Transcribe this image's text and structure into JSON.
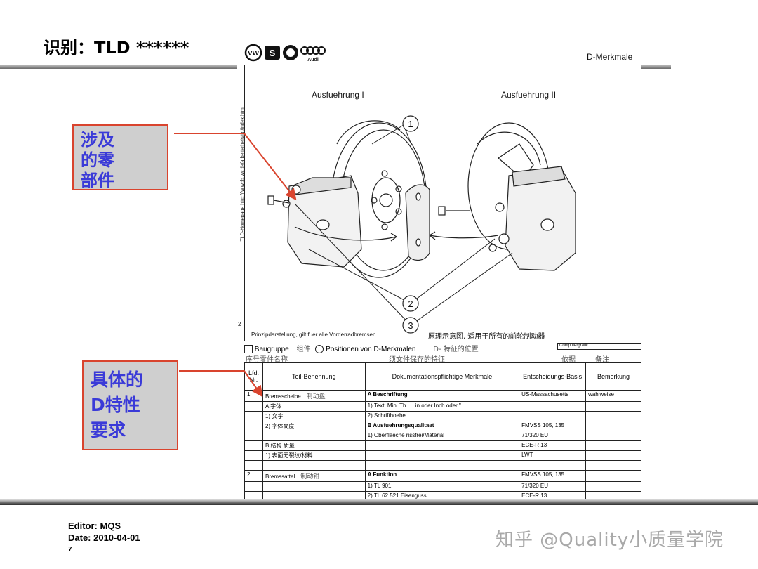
{
  "slide": {
    "title": "识别：TLD ******",
    "footer": {
      "editor": "Editor: MQS",
      "date": "Date: 2010-04-01",
      "page": "7"
    },
    "watermark": "知乎 @Quality小质量学院"
  },
  "callouts": [
    {
      "text": "涉及\n的零\n部件"
    },
    {
      "text": "具体的\nD特性\n要求"
    }
  ],
  "document": {
    "header_right": "D-Merkmale",
    "brands": [
      "VW",
      "SEAT",
      "ŠKODA",
      "Audi"
    ],
    "variant1": "Ausfuehrung I",
    "variant2": "Ausfuehrung II",
    "side_url": "TLD-Homepage http://lw.wob.vw.de/arbeiterbeis/tld/index.html",
    "side_num": "2",
    "numbers": [
      "1",
      "2",
      "3"
    ],
    "caption_de": "Prinzipdarstellung, gilt fuer alle Vorderradbremsen",
    "caption_cn": "原理示意图, 适用于所有的前轮制动器",
    "credit": "Computergrafik",
    "legend": {
      "baugruppe": "Baugruppe",
      "baugruppe_cn": "组件",
      "positionen": "Positionen von D-Merkmalen",
      "positionen_cn": "D- 特征的位置"
    },
    "cn_header": [
      "序号",
      "零件名称",
      "须文件保存的特征",
      "依据",
      "备注"
    ],
    "table_header": [
      "Lfd. Nr.",
      "Teil-Benennung",
      "Dokumentationspflichtige Merkmale",
      "Entscheidungs-Basis",
      "Bemerkung"
    ],
    "rows": [
      {
        "nr": "1",
        "teil": "Bremsscheibe",
        "teil_cn": "制动盘",
        "merkmal": "A   Beschriftung",
        "basis": "US-Massachusetts",
        "bem": "wahlweise"
      },
      {
        "nr": "",
        "teil": "A 字体",
        "teil_cn": "",
        "merkmal": "1) Text: Min. Th. ... in oder Inch oder \"",
        "basis": "",
        "bem": ""
      },
      {
        "nr": "",
        "teil": "1) 文字;",
        "teil_cn": "",
        "merkmal": "2) Schrifthoehe",
        "basis": "",
        "bem": ""
      },
      {
        "nr": "",
        "teil": "2) 字体高度",
        "teil_cn": "",
        "merkmal": "B   Ausfuehrungsqualitaet",
        "basis": "FMVSS 105, 135",
        "bem": ""
      },
      {
        "nr": "",
        "teil": "",
        "teil_cn": "",
        "merkmal": "1) Oberflaeche rissfrei/Material",
        "basis": "71/320 EU",
        "bem": ""
      },
      {
        "nr": "",
        "teil": "B 结构 质量",
        "teil_cn": "",
        "merkmal": "",
        "basis": "ECE-R 13",
        "bem": ""
      },
      {
        "nr": "",
        "teil": "1) 表面无裂纹/材料",
        "teil_cn": "",
        "merkmal": "",
        "basis": "LWT",
        "bem": ""
      },
      {
        "nr": "",
        "teil": "",
        "teil_cn": "",
        "merkmal": "",
        "basis": "",
        "bem": ""
      },
      {
        "nr": "2",
        "teil": "Bremssattel",
        "teil_cn": "制动钳",
        "merkmal": "A   Funktion",
        "basis": "FMVSS 105, 135",
        "bem": ""
      },
      {
        "nr": "",
        "teil": "",
        "teil_cn": "",
        "merkmal": "1) TL 901",
        "basis": "71/320 EU",
        "bem": ""
      },
      {
        "nr": "",
        "teil": "",
        "teil_cn": "",
        "merkmal": "2) TL 62 521 Eisenguss",
        "basis": "ECE-R 13",
        "bem": ""
      }
    ]
  }
}
